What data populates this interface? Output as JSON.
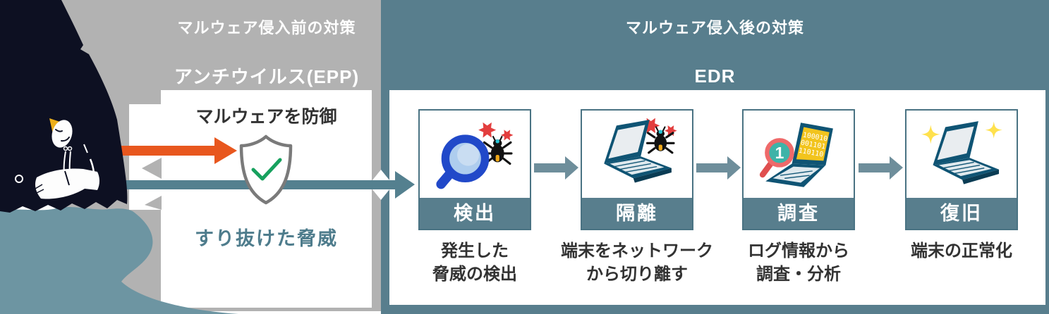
{
  "pre_section": {
    "header": "マルウェア侵入前の対策",
    "subheader": "アンチウイルス(EPP)",
    "box_title": "マルウェアを防御",
    "bypass_label": "すり抜けた脅威"
  },
  "post_section": {
    "header": "マルウェア侵入後の対策",
    "subheader": "EDR",
    "steps": [
      {
        "label": "検出",
        "desc_line1": "発生した",
        "desc_line2": "脅威の検出",
        "icon": "magnifier-bug-icon"
      },
      {
        "label": "隔離",
        "desc_line1": "端末をネットワーク",
        "desc_line2": "から切り離す",
        "icon": "laptop-bug-icon"
      },
      {
        "label": "調査",
        "desc_line1": "ログ情報から",
        "desc_line2": "調査・分析",
        "icon": "laptop-log-magnifier-icon",
        "code_lines": [
          "100010",
          "001101",
          "110110"
        ],
        "magnifier_digit": "1"
      },
      {
        "label": "復旧",
        "desc_line1": "端末の正常化",
        "desc_line2": "",
        "icon": "laptop-sparkle-icon"
      }
    ]
  },
  "icons": {
    "shield": "shield-check-icon",
    "blocked_arrow": "blocked-threat-arrow",
    "bypass_arrow": "bypassed-threat-arrow",
    "flow_arrow": "flow-arrow-icon",
    "hacker": "hacker-illustration"
  },
  "colors": {
    "section_teal": "#587e8d",
    "section_gray": "#b2b2b2",
    "card_border": "#4a7383",
    "arrow_orange": "#e8571e",
    "arrow_teal": "#54808f",
    "flow_arrow_gray": "#6e8e9b",
    "check_green": "#17a15e",
    "bypass_text": "#4e7c8c",
    "virus_red": "#e33e3e",
    "bug_black": "#121212",
    "laptop_navy": "#0f5474",
    "code_screen_yellow": "#f2c41d",
    "sparkle_yellow": "#ffe14d",
    "hacker_navy": "#0d1022",
    "hacker_teal_blob": "#6d95a2"
  }
}
